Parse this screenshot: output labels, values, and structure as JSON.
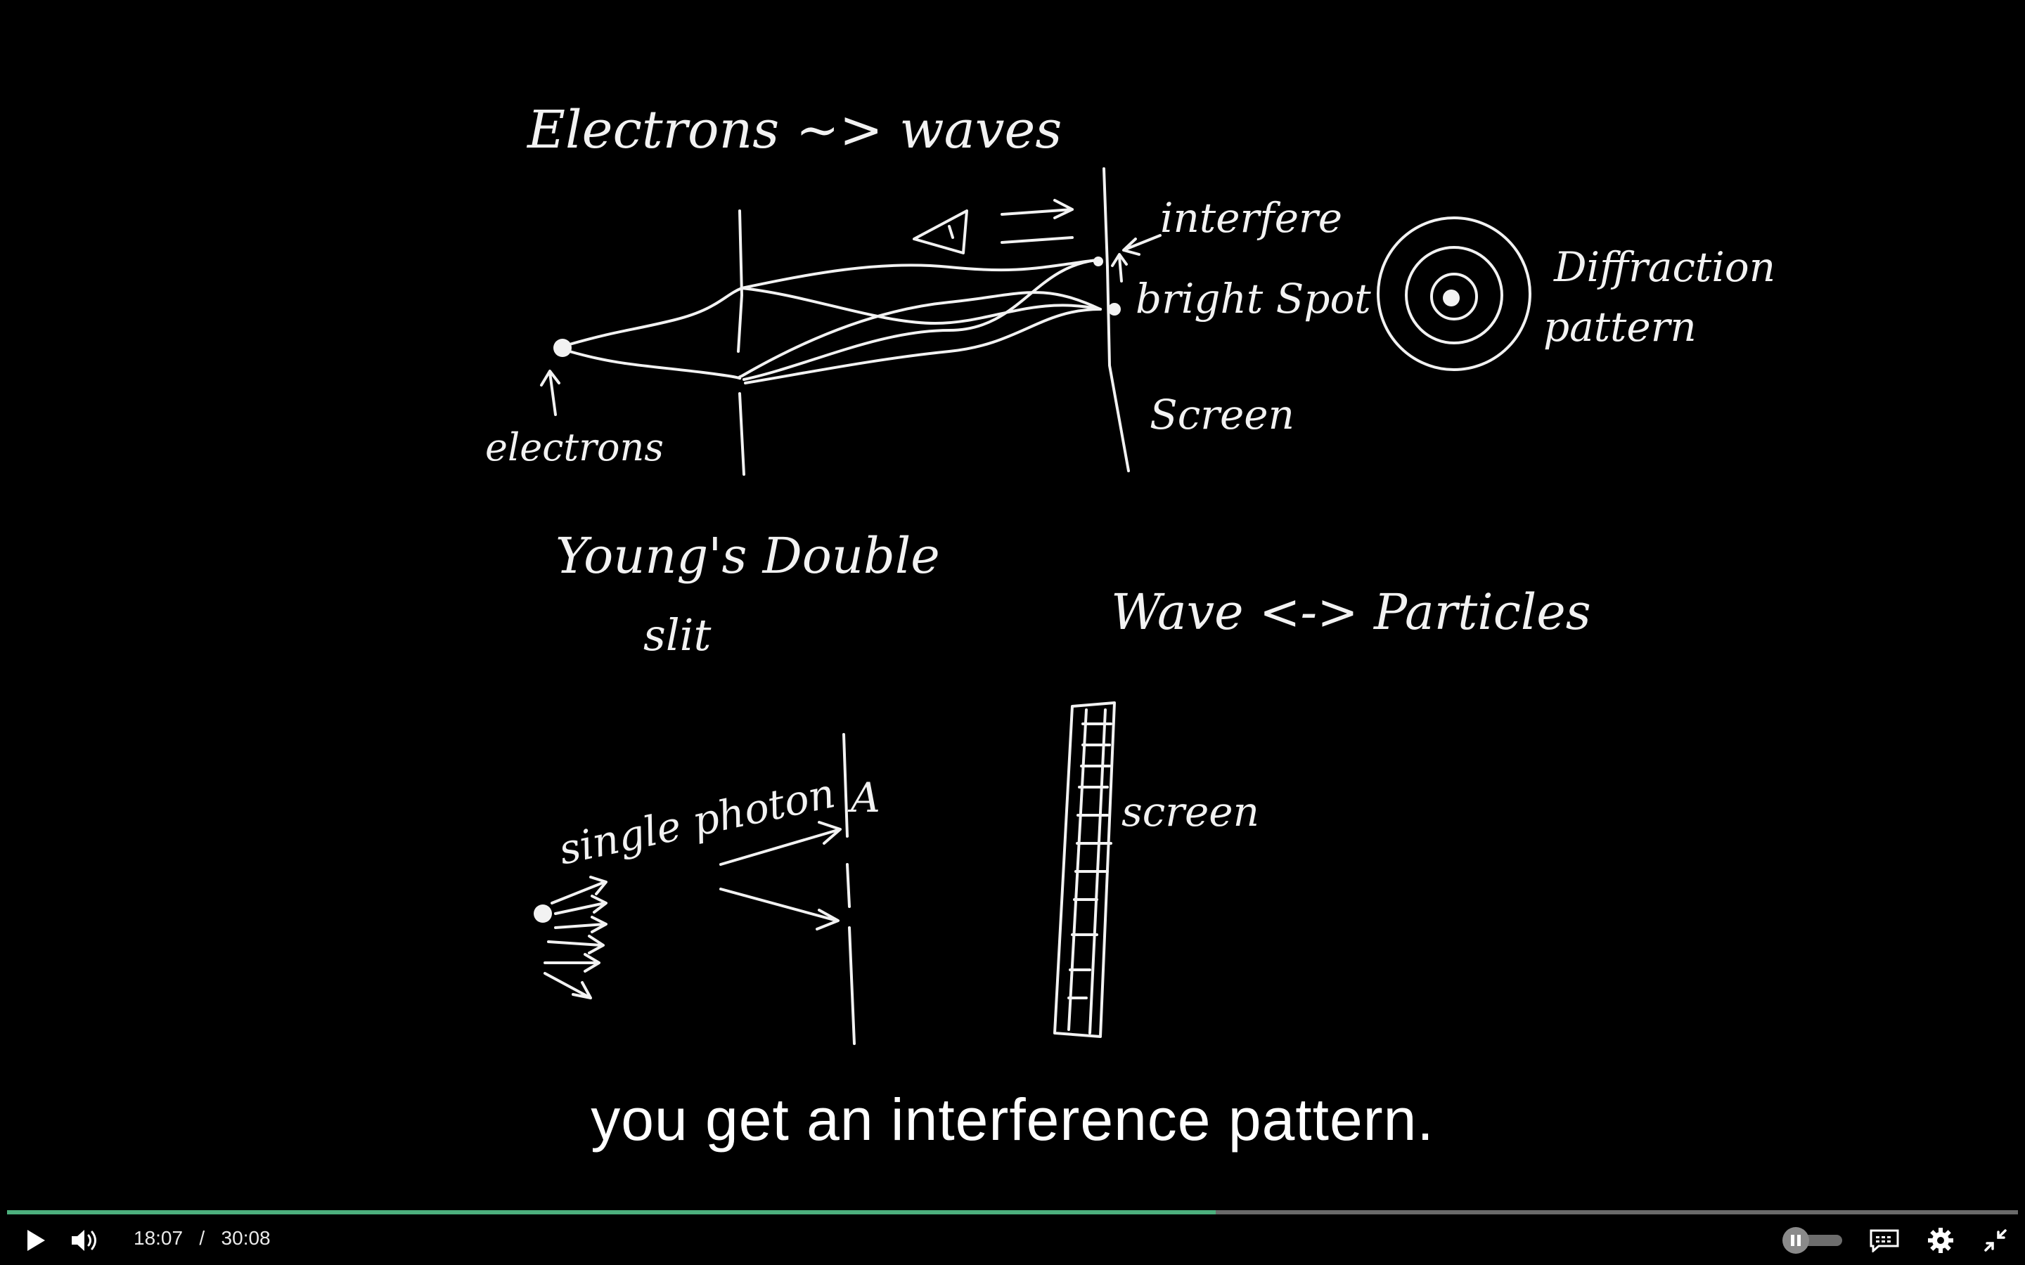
{
  "board": {
    "electrons_heading": "Electrons ~> waves",
    "electrons_label": "electrons",
    "interfere_label": "interfere",
    "bright_spot_label": "bright Spot",
    "screen_label_top": "Screen",
    "diffraction_label_line1": "Diffraction",
    "diffraction_label_line2": "pattern",
    "youngs_line1": "Young's Double",
    "youngs_line2": "slit",
    "wave_particles": "Wave <-> Particles",
    "single_photon_label": "single photon",
    "slit_a_label": "A",
    "screen_label_bottom": "screen"
  },
  "caption": {
    "text": "you get an interference pattern."
  },
  "controls": {
    "current_time": "18:07",
    "separator": "/",
    "duration": "30:08",
    "progress_fraction": 0.6009,
    "progress_color": "#4caf7d",
    "icons": {
      "play": "play-icon",
      "volume": "volume-icon",
      "autoplay": "autoplay-toggle-icon",
      "captions": "captions-icon",
      "settings": "gear-icon",
      "exit_fullscreen": "exit-fullscreen-icon"
    }
  }
}
